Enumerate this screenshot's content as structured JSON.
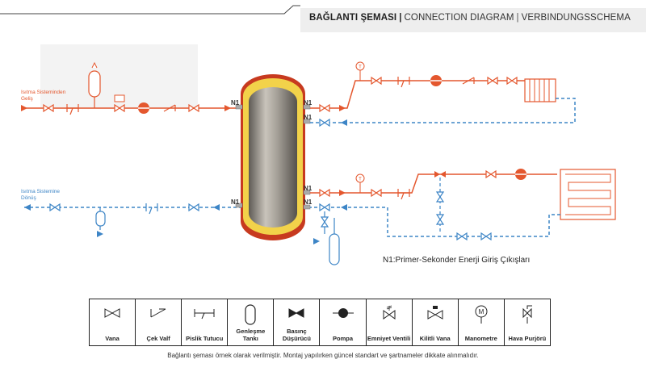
{
  "header": {
    "title_tr": "BAĞLANTI ŞEMASI",
    "title_en": "CONNECTION DIAGRAM",
    "title_de": "VERBINDUNGSSCHEMA"
  },
  "labels": {
    "supply_in": "Isıtma Sisteminden\nGeliş",
    "return_out": "Isıtma Sistemine\nDönüş",
    "n1": "N1",
    "thermometer": "T",
    "manometer": "M"
  },
  "note": "N1:Primer-Sekonder Enerji Giriş Çıkışları",
  "legend": [
    {
      "icon": "valve-icon",
      "label": "Vana"
    },
    {
      "icon": "check-valve-icon",
      "label": "Çek Valf"
    },
    {
      "icon": "strainer-icon",
      "label": "Pislik\nTutucu"
    },
    {
      "icon": "expansion-tank-icon",
      "label": "Genleşme\nTankı"
    },
    {
      "icon": "pressure-reducer-icon",
      "label": "Basınç\nDüşürücü"
    },
    {
      "icon": "pump-icon",
      "label": "Pompa"
    },
    {
      "icon": "safety-valve-icon",
      "label": "Emniyet\nVentili"
    },
    {
      "icon": "locked-valve-icon",
      "label": "Kilitli\nVana"
    },
    {
      "icon": "manometer-icon",
      "label": "Manometre"
    },
    {
      "icon": "air-vent-icon",
      "label": "Hava\nPurjörü"
    }
  ],
  "footer": "Bağlantı şeması örnek olarak verilmiştir. Montaj yapılırken güncel standart ve şartnameler dikkate alınmalıdır.",
  "colors": {
    "supply": "#e4572e",
    "return": "#3d85c6",
    "tank_jacket": "#f2d24a",
    "tank_body": "#8e8a83"
  }
}
